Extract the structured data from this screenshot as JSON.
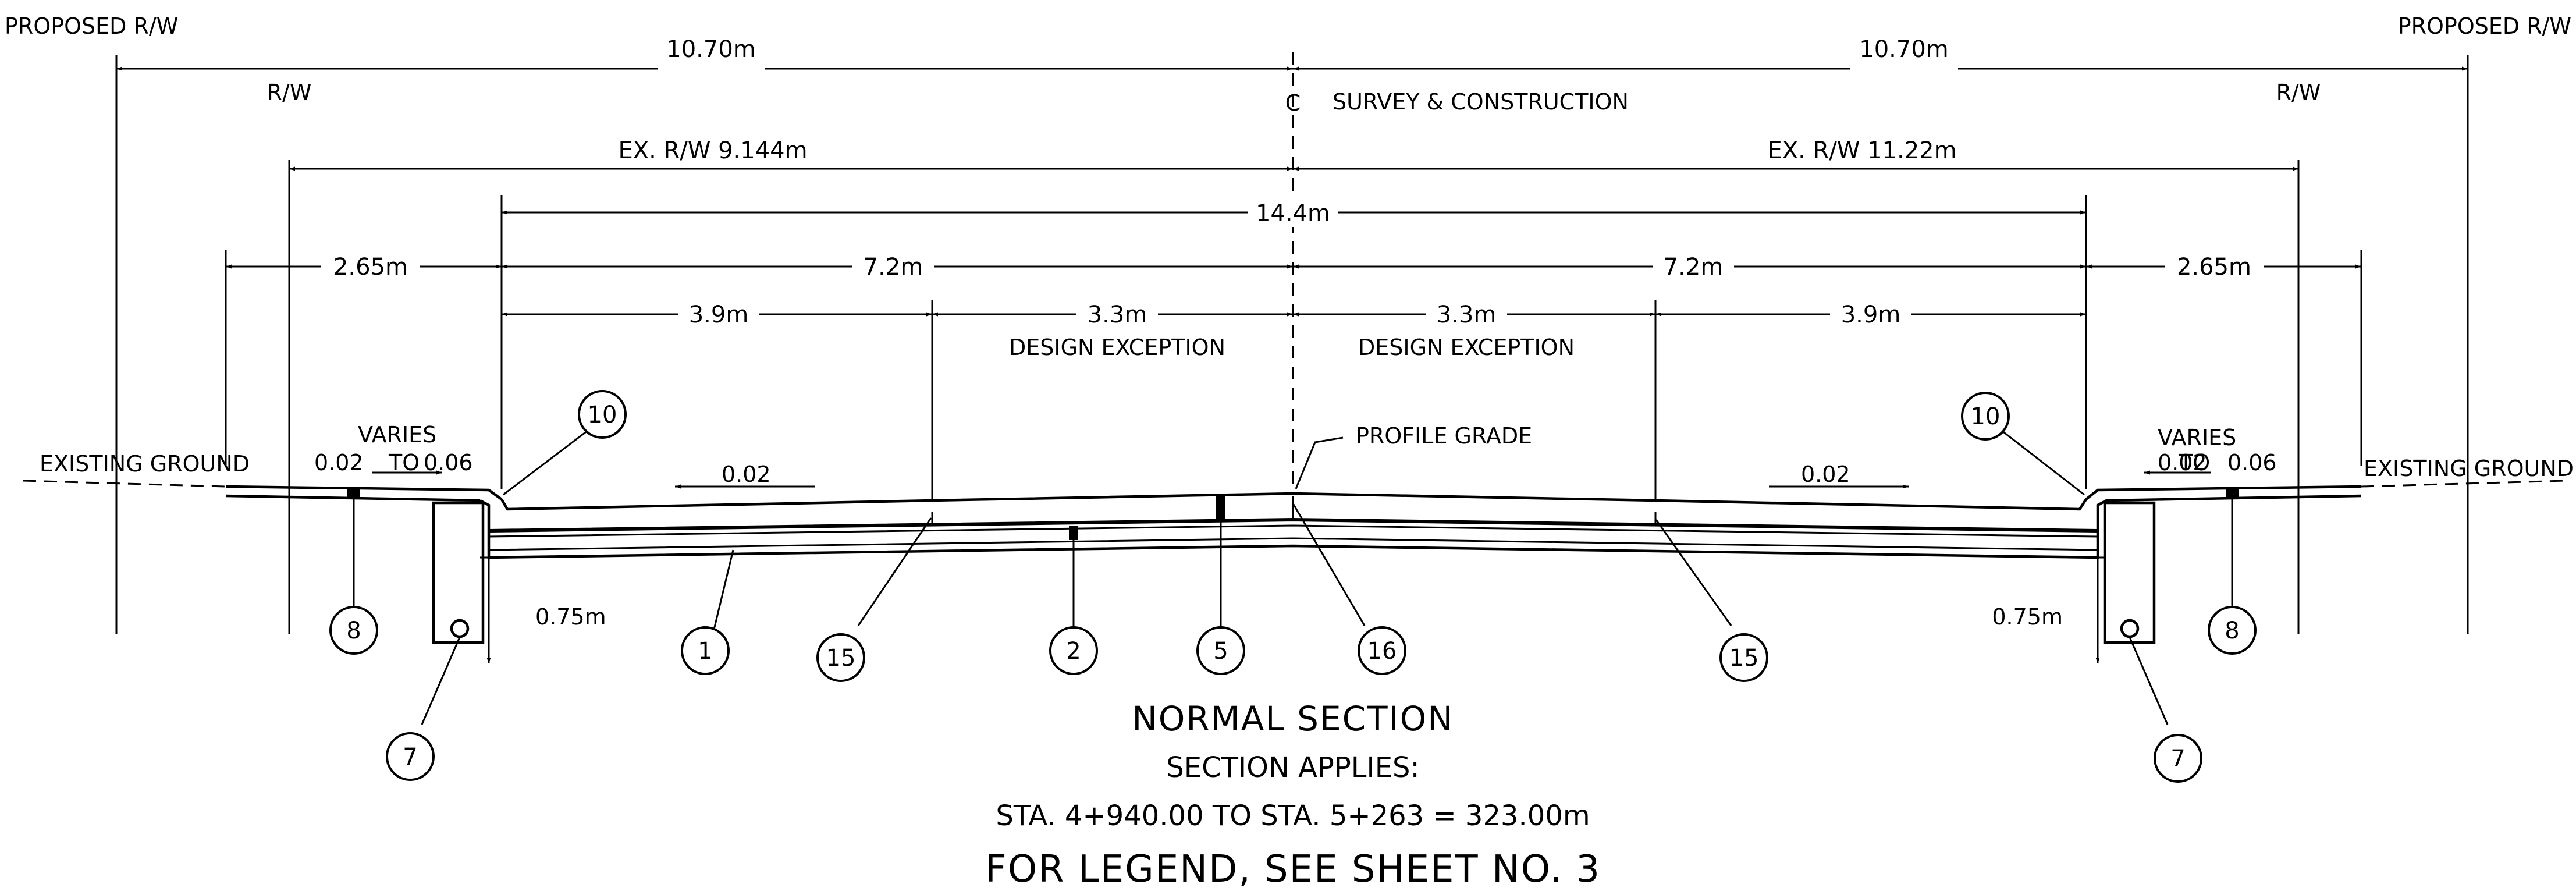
{
  "labels": {
    "proposed_rw": "PROPOSED R/W",
    "rw": "R/W",
    "centerline_mark": "C",
    "centerline": "SURVEY & CONSTRUCTION",
    "ex_rw_left": "EX. R/W 9.144m",
    "ex_rw_right": "EX. R/W 11.22m",
    "existing_ground": "EXISTING GROUND",
    "varies": "VARIES",
    "varies_range_a": "0.02",
    "varies_to": "TO",
    "varies_range_b": "0.06",
    "slope": "0.02",
    "profile_grade": "PROFILE GRADE",
    "design_exception": "DESIGN EXCEPTION",
    "depth": "0.75m"
  },
  "dimensions": {
    "half_rw": "10.70m",
    "total_width": "14.4m",
    "shoulder": "2.65m",
    "half_road": "7.2m",
    "outer_lane": "3.9m",
    "inner_lane": "3.3m"
  },
  "callouts": [
    "10",
    "8",
    "7",
    "1",
    "15",
    "2",
    "5",
    "16"
  ],
  "title": {
    "section": "NORMAL SECTION",
    "applies": "SECTION APPLIES:",
    "stations": "STA. 4+940.00 TO STA. 5+263  = 323.00m",
    "legend": "FOR LEGEND, SEE SHEET NO. 3"
  }
}
